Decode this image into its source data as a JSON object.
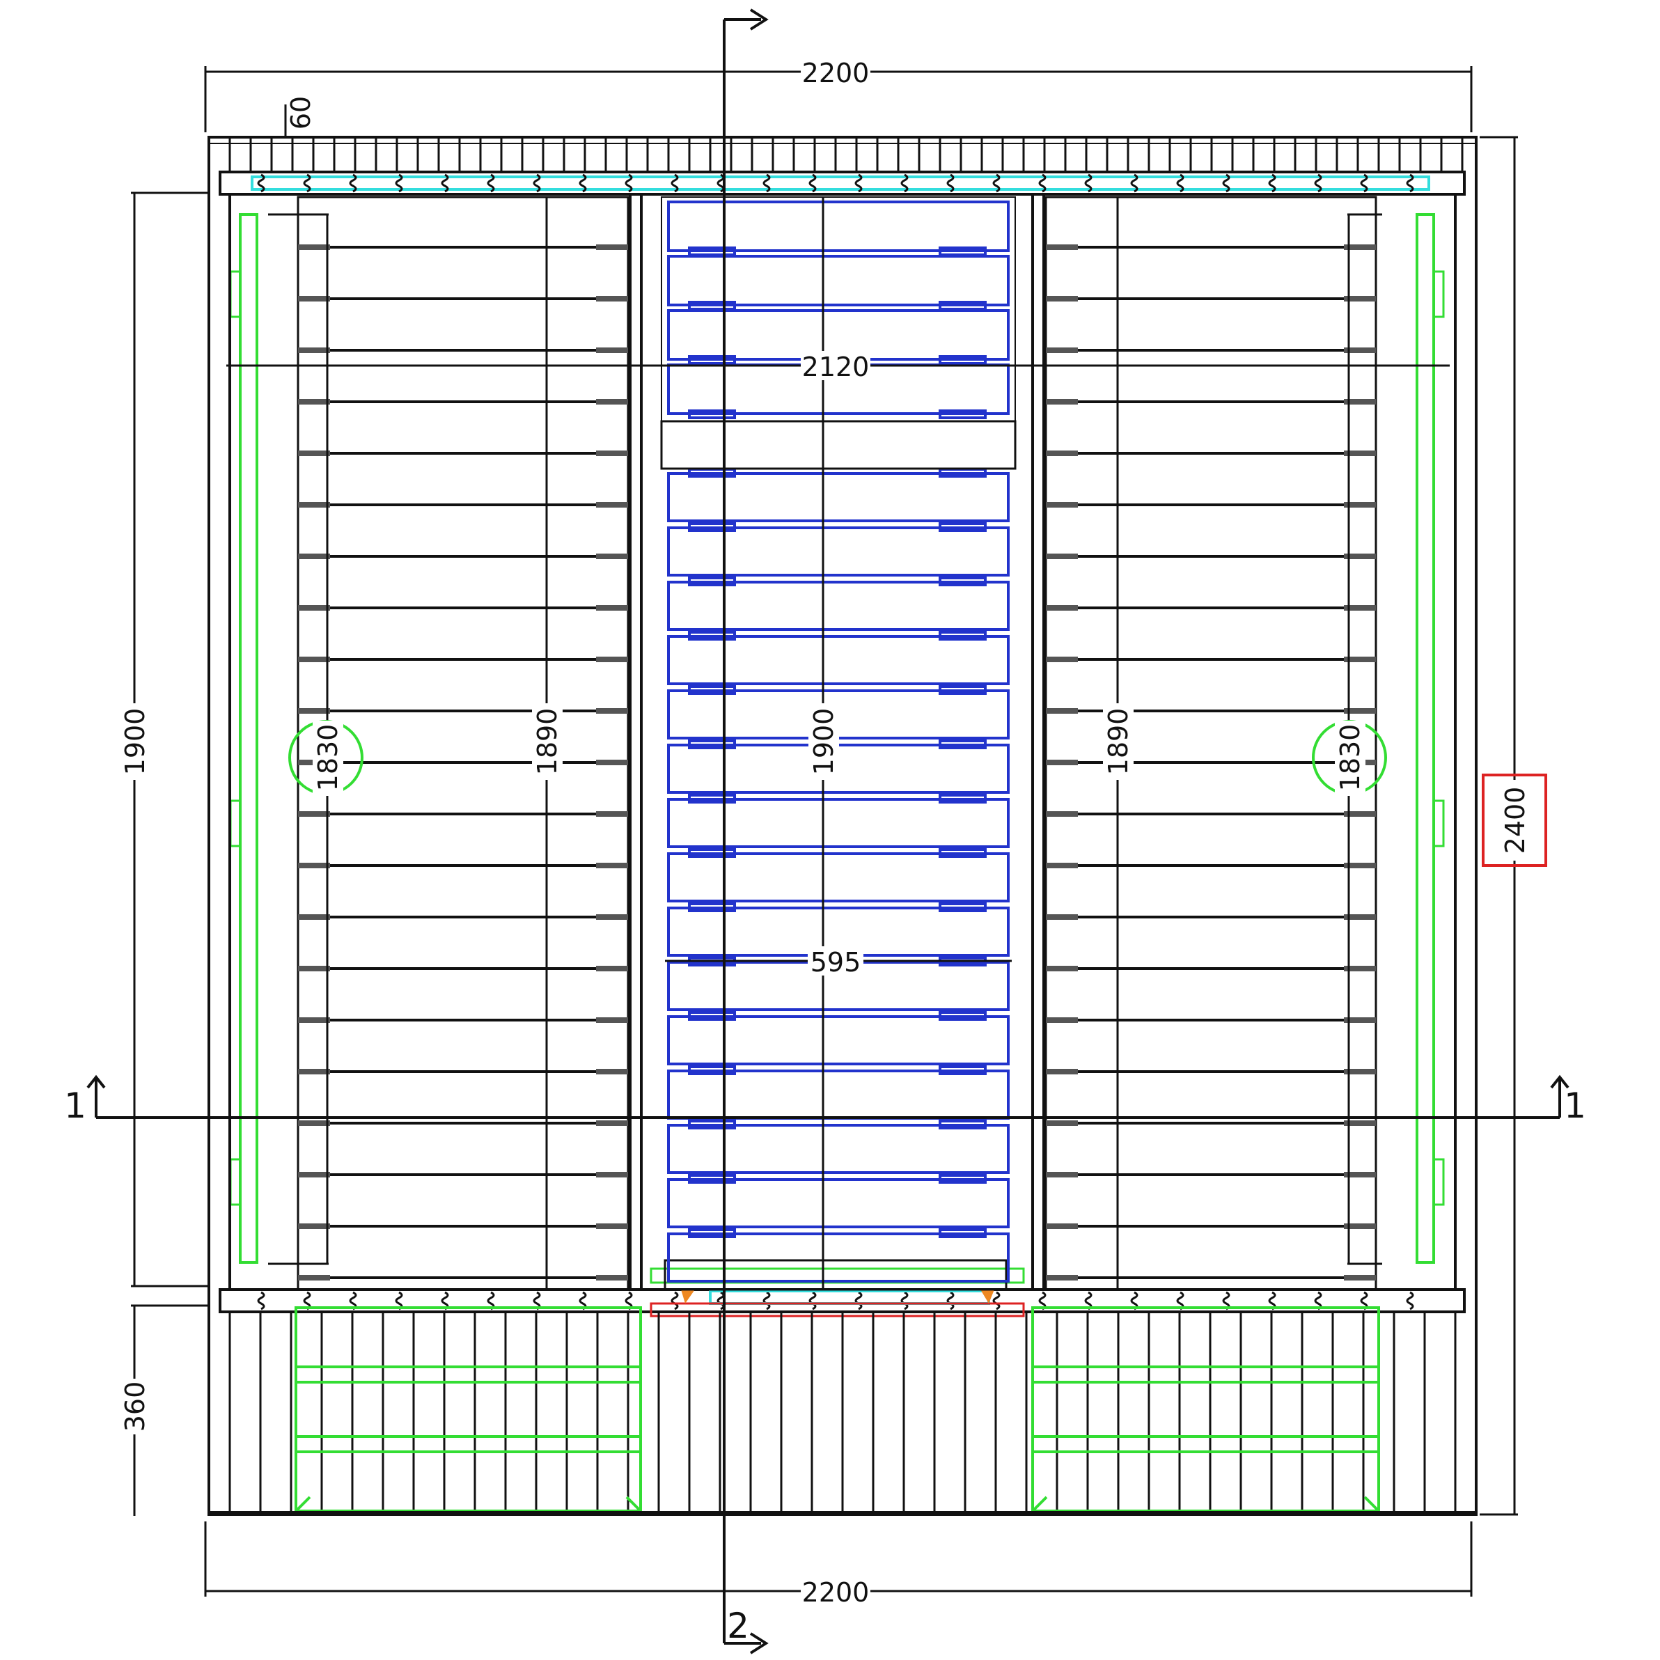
{
  "drawing": {
    "colors": {
      "line": "#111111",
      "outline_green": "#33dd33",
      "board_blue": "#2233cc",
      "strip_cyan": "#33dddd",
      "mark_red": "#dd2222",
      "mark_orange": "#ee8822"
    },
    "dimensions": {
      "top_width": "2200",
      "bottom_width": "2200",
      "inner_width": "2120",
      "board_width": "595",
      "left_height": "1900",
      "left_lower_height": "360",
      "right_total_height": "2400",
      "center_height": "1900",
      "left_panel_height": "1890",
      "right_panel_height": "1890",
      "left_circle_height": "1830",
      "right_circle_height": "1830",
      "top_offset": "60"
    },
    "section_marks": {
      "left": "1",
      "right": "1",
      "bottom": "2"
    }
  }
}
